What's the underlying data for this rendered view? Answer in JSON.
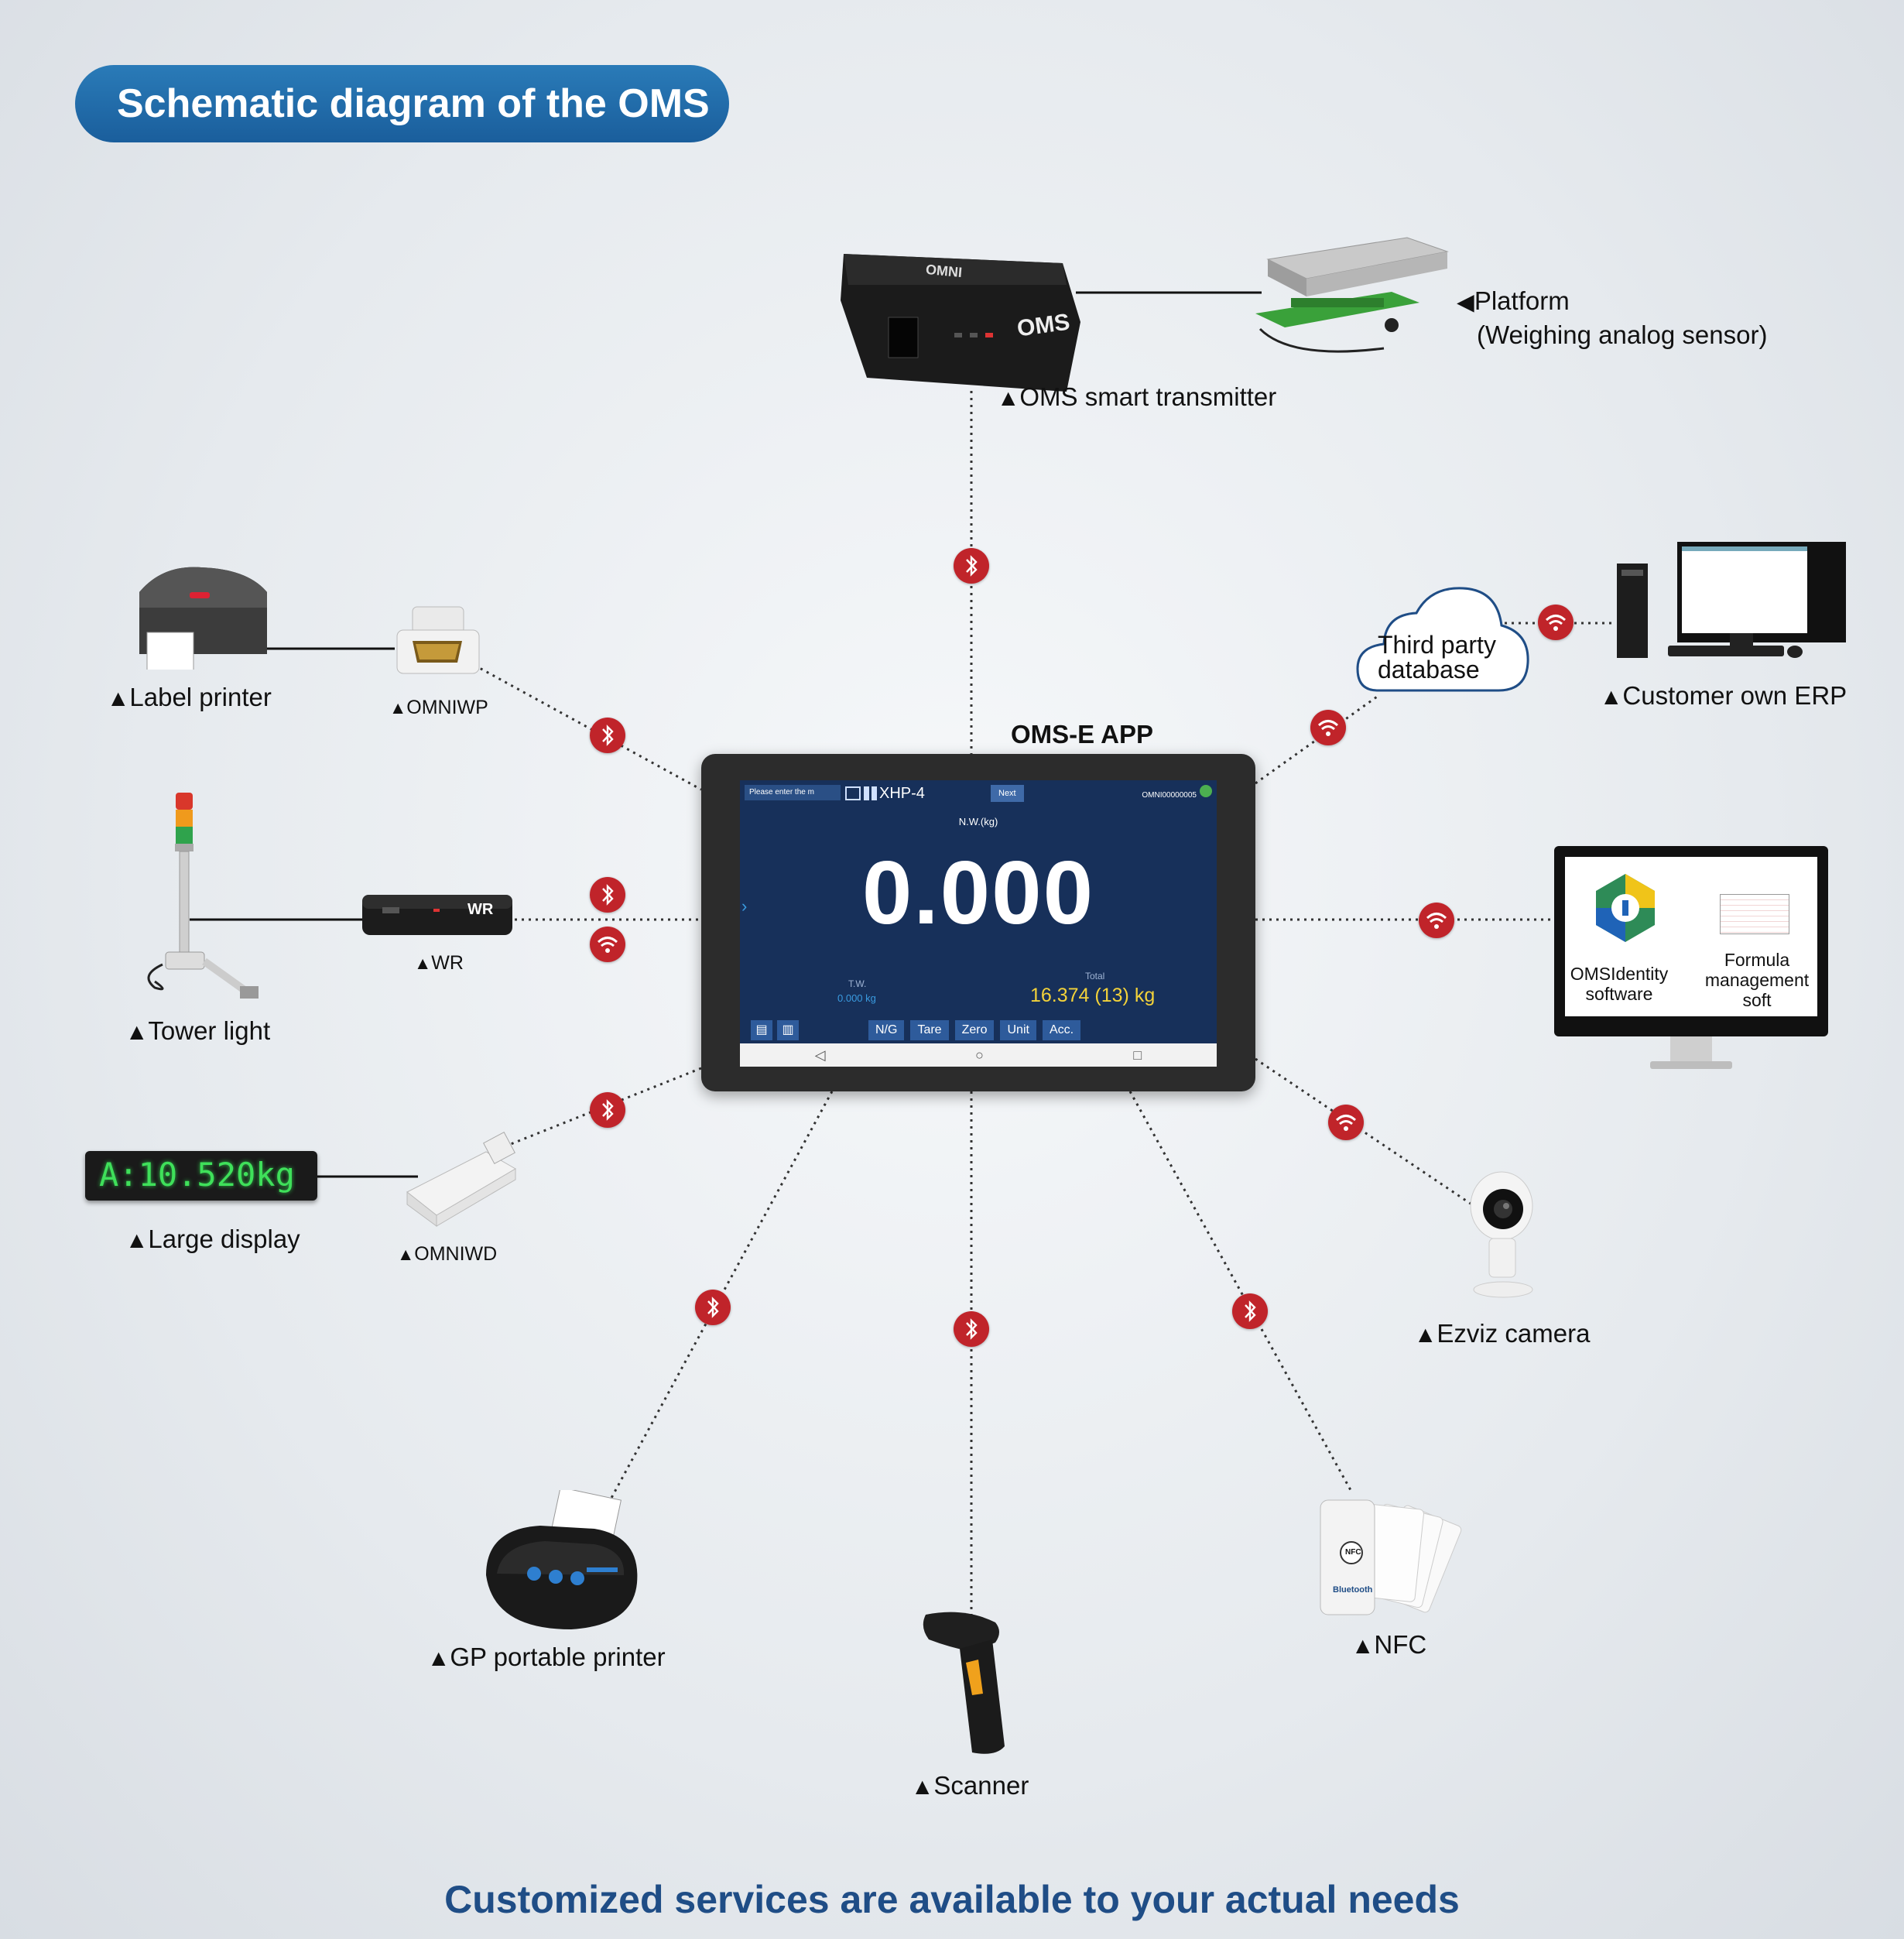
{
  "header": {
    "title": "Schematic diagram of the OMS"
  },
  "footer": {
    "text": "Customized services are available to your actual needs"
  },
  "center": {
    "app_label": "OMS-E APP",
    "screen": {
      "search_placeholder": "Please enter the m",
      "model": "XHP-4",
      "next_label": "Next",
      "device_id": "OMNI00000005",
      "nw_label": "N.W.(kg)",
      "weight": "0.000",
      "tw_label": "T.W.",
      "tw_value": "0.000 kg",
      "total_label": "Total",
      "total_value": "16.374 (13) kg",
      "buttons": [
        "N/G",
        "Tare",
        "Zero",
        "Unit",
        "Acc."
      ]
    }
  },
  "devices": {
    "oms_transmitter": {
      "label": "OMS smart transmitter",
      "brand": "OMNI",
      "model": "OMS"
    },
    "platform": {
      "label": "Platform",
      "sublabel": "(Weighing analog sensor)"
    },
    "label_printer": {
      "label": "Label printer"
    },
    "omniwp": {
      "label": "OMNIWP"
    },
    "tower_light": {
      "label": "Tower light"
    },
    "wr": {
      "label": "WR",
      "model": "WR"
    },
    "large_display": {
      "label": "Large display",
      "reading": "A:10.520kg"
    },
    "omniwd": {
      "label": "OMNIWD"
    },
    "gp_printer": {
      "label": "GP portable printer"
    },
    "scanner": {
      "label": "Scanner"
    },
    "nfc": {
      "label": "NFC",
      "nfc_text": "NFC",
      "bt_text": "Bluetooth"
    },
    "ezviz": {
      "label": "Ezviz camera"
    },
    "third_party": {
      "line1": "Third party",
      "line2": "database"
    },
    "erp": {
      "label": "Customer own ERP"
    },
    "monitor": {
      "left_line1": "OMSIdentity",
      "left_line2": "software",
      "right_line1": "Formula",
      "right_line2": "management",
      "right_line3": "soft"
    }
  },
  "colors": {
    "accent": "#1a5e9c",
    "badge": "#c0242a",
    "footer": "#1f4d86",
    "screen": "#17305a"
  }
}
